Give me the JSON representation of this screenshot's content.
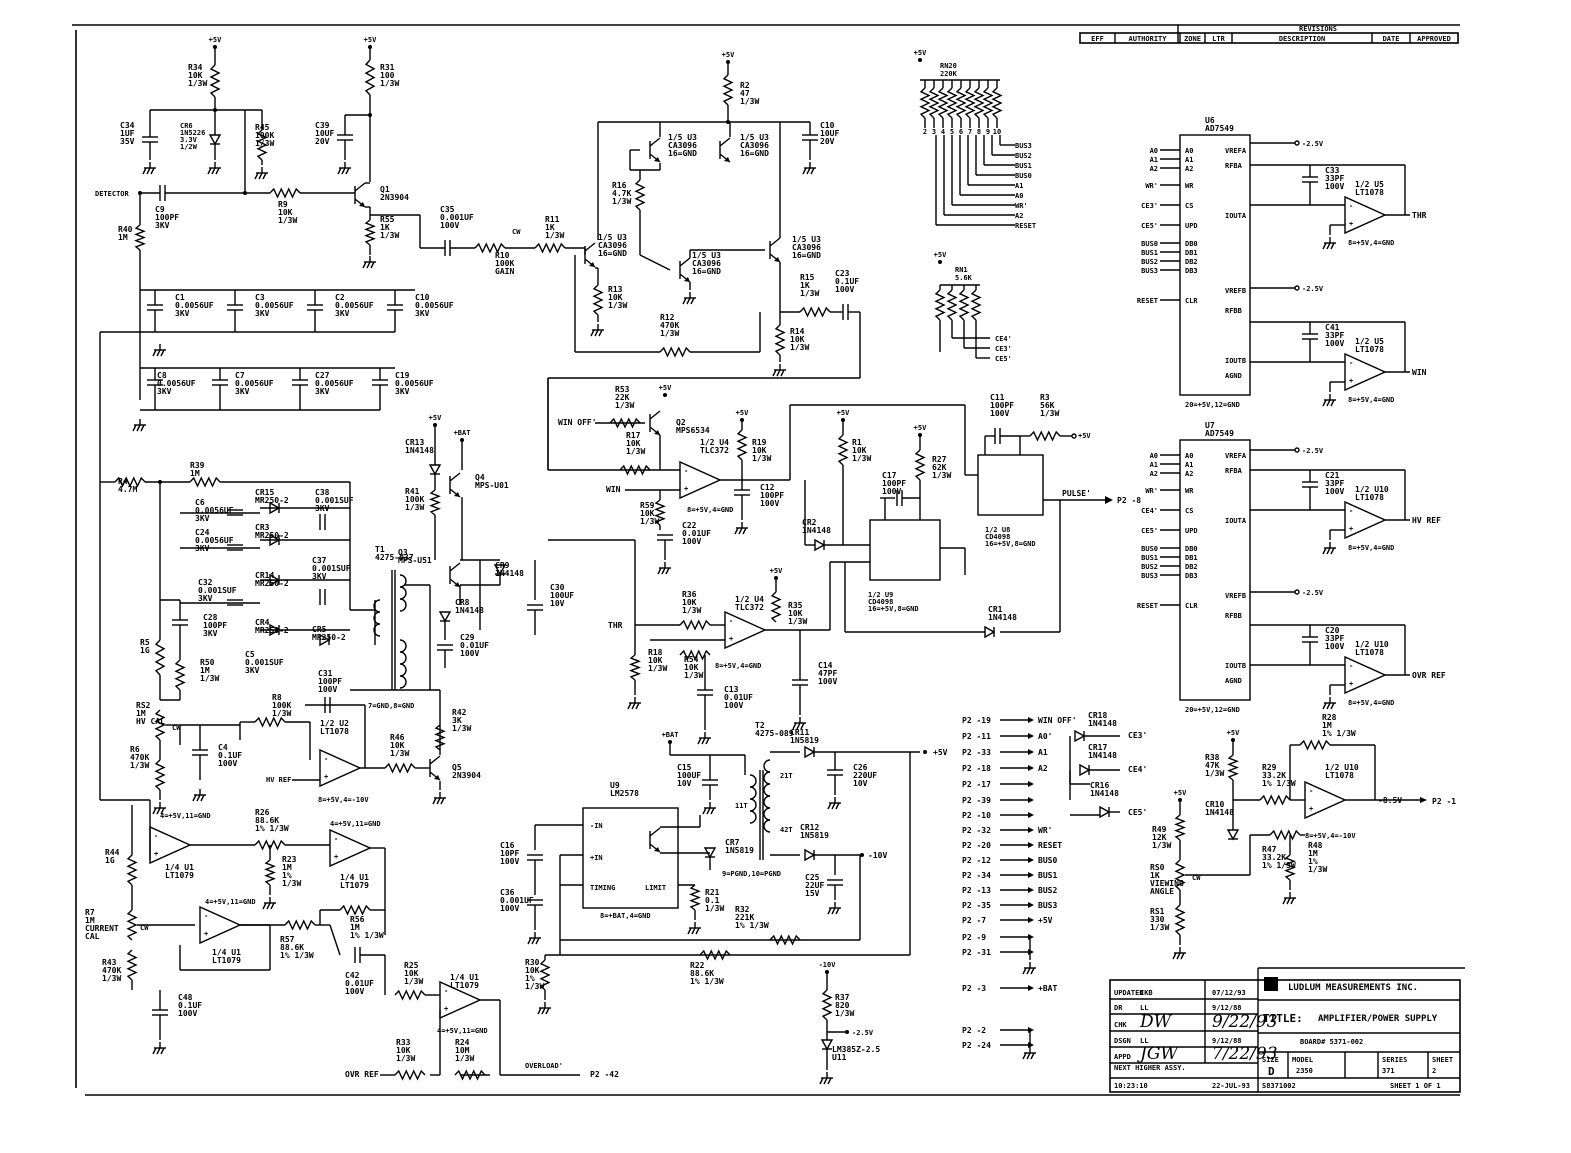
{
  "revisions": {
    "title": "REVISIONS",
    "columns": [
      "EFF",
      "AUTHORITY",
      "ZONE",
      "LTR",
      "DESCRIPTION",
      "DATE",
      "APPROVED"
    ]
  },
  "rails": {
    "vcc": "+5V",
    "vbat": "+BAT",
    "vneg": "-10V",
    "vref": "-2.5V"
  },
  "components": {
    "r34": [
      "R34",
      "10K",
      "1/3W"
    ],
    "r31": [
      "R31",
      "100",
      "1/3W"
    ],
    "r45": [
      "R45",
      "100K",
      "1/3W"
    ],
    "c34": [
      "C34",
      "1UF",
      "35V"
    ],
    "cr6": [
      "CR6",
      "1N5226",
      "3.3V",
      "1/2W"
    ],
    "c39": [
      "C39",
      "10UF",
      "20V"
    ],
    "q1": [
      "Q1",
      "2N3904"
    ],
    "r9": [
      "R9",
      "10K",
      "1/3W"
    ],
    "r55": [
      "R55",
      "1K",
      "1/3W"
    ],
    "c9": [
      "C9",
      "100PF",
      "3KV"
    ],
    "r40": [
      "R40",
      "1M"
    ],
    "detector": "DETECTOR",
    "c35": [
      "C35",
      "0.001UF",
      "100V"
    ],
    "r10": [
      "R10",
      "100K",
      "GAIN"
    ],
    "cw": "CW",
    "r11": [
      "R11",
      "1K",
      "1/3W"
    ],
    "r2": [
      "R2",
      "47",
      "1/3W"
    ],
    "c10": [
      "C10",
      "10UF",
      "20V"
    ],
    "u3a": [
      "1/5 U3",
      "CA3096",
      "16=GND"
    ],
    "u3b": [
      "1/5 U3",
      "CA3096",
      "16=GND"
    ],
    "u3c": [
      "1/5 U3",
      "CA3096",
      "16=GND"
    ],
    "u3d": [
      "1/5 U3",
      "CA3096",
      "16=GND"
    ],
    "u3e": [
      "1/5 U3",
      "CA3096",
      "16=GND"
    ],
    "r16": [
      "R16",
      "4.7K",
      "1/3W"
    ],
    "r13": [
      "R13",
      "10K",
      "1/3W"
    ],
    "r12": [
      "R12",
      "470K",
      "1/3W"
    ],
    "r15": [
      "R15",
      "1K",
      "1/3W"
    ],
    "c23": [
      "C23",
      "0.1UF",
      "100V"
    ],
    "r14": [
      "R14",
      "10K",
      "1/3W"
    ],
    "c1": [
      "C1",
      "0.0056UF",
      "3KV"
    ],
    "c3": [
      "C3",
      "0.0056UF",
      "3KV"
    ],
    "c2": [
      "C2",
      "0.0056UF",
      "3KV"
    ],
    "c10b": [
      "C10",
      "0.0056UF",
      "3KV"
    ],
    "c8": [
      "C8",
      "0.0056UF",
      "3KV"
    ],
    "c7": [
      "C7",
      "0.0056UF",
      "3KV"
    ],
    "c27": [
      "C27",
      "0.0056UF",
      "3KV"
    ],
    "c19": [
      "C19",
      "0.0056UF",
      "3KV"
    ],
    "rn20": [
      "RN20",
      "220K"
    ],
    "rn20pins": [
      "2",
      "3",
      "4",
      "5",
      "6",
      "7",
      "8",
      "9",
      "10"
    ],
    "rn20nets": [
      "BUS3",
      "BUS2",
      "BUS1",
      "BUS0",
      "A1",
      "A0",
      "WR'",
      "A2",
      "RESET"
    ],
    "rn1": [
      "RN1",
      "5.6K"
    ],
    "rn1nets": [
      "CE4'",
      "CE3'",
      "CE5'"
    ],
    "r4": [
      "R4",
      "4.7M"
    ],
    "r39": [
      "R39",
      "1M"
    ],
    "c6": [
      "C6",
      "0.0056UF",
      "3KV"
    ],
    "c24": [
      "C24",
      "0.0056UF",
      "3KV"
    ],
    "cr15": [
      "CR15",
      "MR250-2"
    ],
    "cr3": [
      "CR3",
      "MR250-2"
    ],
    "c38": [
      "C38",
      "0.001SUF",
      "3KV"
    ],
    "c32": [
      "C32",
      "0.001SUF",
      "3KV"
    ],
    "cr14": [
      "CR14",
      "MR250-2"
    ],
    "cr4": [
      "CR4",
      "MR250-2"
    ],
    "c37": [
      "C37",
      "0.001SUF",
      "3KV"
    ],
    "c28": [
      "C28",
      "100PF",
      "3KV"
    ],
    "c5": [
      "C5",
      "0.001SUF",
      "3KV"
    ],
    "cr5": [
      "CR5",
      "MR250-2"
    ],
    "r5": [
      "R5",
      "1G"
    ],
    "r50": [
      "R50",
      "1M",
      "1/3W"
    ],
    "c31": [
      "C31",
      "100PF",
      "100V"
    ],
    "t1": [
      "T1",
      "4275-037"
    ],
    "t1n": "7=GND,8=GND",
    "r8": [
      "R8",
      "100K",
      "1/3W"
    ],
    "u2": [
      "1/2 U2",
      "LT1078"
    ],
    "u2s": "8=+5V,4=-10V",
    "hvref": "HV REF",
    "rs2": [
      "RS2",
      "1M",
      "HV CAL"
    ],
    "r6": [
      "R6",
      "470K",
      "1/3W"
    ],
    "c4": [
      "C4",
      "0.1UF",
      "100V"
    ],
    "r42": [
      "R42",
      "3K",
      "1/3W"
    ],
    "r46": [
      "R46",
      "10K",
      "1/3W"
    ],
    "q5": [
      "Q5",
      "2N3904"
    ],
    "cr13": [
      "CR13",
      "1N4148"
    ],
    "r41": [
      "R41",
      "100K",
      "1/3W"
    ],
    "q4": [
      "Q4",
      "MPS-U01"
    ],
    "q3": [
      "Q3",
      "MPS-U51"
    ],
    "cr9": [
      "CR9",
      "1N4148"
    ],
    "cr8": [
      "CR8",
      "1N4148"
    ],
    "c30": [
      "C30",
      "100UF",
      "10V"
    ],
    "c29": [
      "C29",
      "0.01UF",
      "100V"
    ],
    "u1a": [
      "1/4 U1",
      "LT1079"
    ],
    "u1as": "4=+5V,11=GND",
    "r26": [
      "R26",
      "88.6K",
      "1% 1/3W"
    ],
    "u1b": [
      "1/4 U1",
      "LT1079"
    ],
    "u1bs": "4=+5V,11=GND",
    "r23": [
      "R23",
      "1M",
      "1%",
      "1/3W"
    ],
    "r44": [
      "R44",
      "1G"
    ],
    "r7": [
      "R7",
      "1M",
      "CURRENT",
      "CAL"
    ],
    "r43": [
      "R43",
      "470K",
      "1/3W"
    ],
    "u1c": [
      "1/4 U1",
      "LT1079"
    ],
    "u1cs": "4=+5V,11=GND",
    "r57": [
      "R57",
      "88.6K",
      "1% 1/3W"
    ],
    "r56": [
      "R56",
      "1M",
      "1% 1/3W"
    ],
    "c48": [
      "C48",
      "0.1UF",
      "100V"
    ],
    "c42": [
      "C42",
      "0.01UF",
      "100V"
    ],
    "r25": [
      "R25",
      "10K",
      "1/3W"
    ],
    "u1d": [
      "1/4 U1",
      "LT1079"
    ],
    "u1ds": "4=+5V,11=GND",
    "r33": [
      "R33",
      "10K",
      "1/3W"
    ],
    "r24": [
      "R24",
      "10M",
      "1/3W"
    ],
    "ovrref": "OVR REF",
    "overload": "OVERLOAD'",
    "p242": "P2 -42",
    "r53": [
      "R53",
      "22K",
      "1/3W"
    ],
    "q2": [
      "Q2",
      "MPS6534"
    ],
    "r17": [
      "R17",
      "10K",
      "1/3W"
    ],
    "u4a": [
      "1/2 U4",
      "TLC372"
    ],
    "u4as": "8=+5V,4=GND",
    "r19": [
      "R19",
      "10K",
      "1/3W"
    ],
    "c12": [
      "C12",
      "100PF",
      "100V"
    ],
    "r59": [
      "R59",
      "10K",
      "1/3W"
    ],
    "c22": [
      "C22",
      "0.01UF",
      "100V"
    ],
    "winoff": "WIN OFF'",
    "win": "WIN",
    "thr": "THR",
    "r1": [
      "R1",
      "10K",
      "1/3W"
    ],
    "r27": [
      "R27",
      "62K",
      "1/3W"
    ],
    "c17": [
      "C17",
      "100PF",
      "100V"
    ],
    "u9": [
      "1/2 U9",
      "CD4098",
      "16=+5V,8=GND"
    ],
    "cr2": [
      "CR2",
      "1N4148"
    ],
    "c11": [
      "C11",
      "100PF",
      "100V"
    ],
    "r3": [
      "R3",
      "56K",
      "1/3W"
    ],
    "u8": [
      "1/2 U8",
      "CD4098",
      "16=+5V,8=GND"
    ],
    "pulse": "PULSE'",
    "p28": "P2 -8",
    "cr1": [
      "CR1",
      "1N4148"
    ],
    "r36": [
      "R36",
      "10K",
      "1/3W"
    ],
    "u4b": [
      "1/2 U4",
      "TLC372"
    ],
    "u4bs": "8=+5V,4=GND",
    "r35": [
      "R35",
      "10K",
      "1/3W"
    ],
    "r18": [
      "R18",
      "10K",
      "1/3W"
    ],
    "r54": [
      "R54",
      "10K",
      "1/3W"
    ],
    "c14": [
      "C14",
      "47PF",
      "100V"
    ],
    "c13": [
      "C13",
      "0.01UF",
      "100V"
    ],
    "u9b": [
      "U9",
      "LM2578"
    ],
    "u9bs": "8=+BAT,4=GND",
    "u9pins": [
      "-IN",
      "+IN",
      "TIMING",
      "LIMIT"
    ],
    "c15": [
      "C15",
      "100UF",
      "10V"
    ],
    "t2": [
      "T2",
      "4275-089"
    ],
    "t2t": [
      "11T",
      "21T",
      "42T"
    ],
    "t2n": "9=PGND,10=PGND",
    "cr11": [
      "CR11",
      "1N5819"
    ],
    "cr7": [
      "CR7",
      "1N5819"
    ],
    "cr12": [
      "CR12",
      "1N5819"
    ],
    "c26": [
      "C26",
      "220UF",
      "10V"
    ],
    "c25": [
      "C25",
      "22UF",
      "15V"
    ],
    "c16": [
      "C16",
      "10PF",
      "100V"
    ],
    "c36": [
      "C36",
      "0.001UF",
      "100V"
    ],
    "r21": [
      "R21",
      "0.1",
      "1/3W"
    ],
    "r32": [
      "R32",
      "221K",
      "1% 1/3W"
    ],
    "r22": [
      "R22",
      "88.6K",
      "1% 1/3W"
    ],
    "r30": [
      "R30",
      "10K",
      "1%",
      "1/3W"
    ],
    "r37": [
      "R37",
      "820",
      "1/3W"
    ],
    "u11": [
      "LM385Z-2.5",
      "U11"
    ],
    "u6": [
      "U6",
      "AD7549"
    ],
    "u6s": "20=+5V,12=GND",
    "u7": [
      "U7",
      "AD7549"
    ],
    "u7s": "20=+5V,12=GND",
    "dacleft": [
      "A0",
      "A1",
      "A2",
      "WR'",
      "CE3'",
      "CE5'",
      "BUS0",
      "BUS1",
      "BUS2",
      "BUS3",
      "RESET"
    ],
    "dacleft7": [
      "A0",
      "A1",
      "A2",
      "WR'",
      "CE4'",
      "CE5'",
      "BUS0",
      "BUS1",
      "BUS2",
      "BUS3",
      "RESET"
    ],
    "dacpins": [
      "A0",
      "A1",
      "A2",
      "WR",
      "CS",
      "UPD",
      "DB0",
      "DB1",
      "DB2",
      "DB3",
      "CLR"
    ],
    "dacright": [
      "VREFA",
      "RFBA",
      "IOUTA",
      "VREFB",
      "RFBB",
      "IOUTB",
      "AGND"
    ],
    "c33": [
      "C33",
      "33PF",
      "100V"
    ],
    "u5a": [
      "1/2 U5",
      "LT1078"
    ],
    "u5as": "8=+5V,4=GND",
    "throut": "THR",
    "c41": [
      "C41",
      "33PF",
      "100V"
    ],
    "u5b": [
      "1/2 U5",
      "LT1078"
    ],
    "u5bs": "8=+5V,4=GND",
    "winout": "WIN",
    "c21": [
      "C21",
      "33PF",
      "100V"
    ],
    "u10a": [
      "1/2 U10",
      "LT1078"
    ],
    "u10as": "8=+5V,4=GND",
    "hvrefout": "HV REF",
    "c20": [
      "C20",
      "33PF",
      "100V"
    ],
    "u10b": [
      "1/2 U10",
      "LT1078"
    ],
    "u10bs": "8=+5V,4=GND",
    "ovrrefout": "OVR REF",
    "r28": [
      "R28",
      "1M",
      "1% 1/3W"
    ],
    "r38": [
      "R38",
      "47K",
      "1/3W"
    ],
    "r29": [
      "R29",
      "33.2K",
      "1% 1/3W"
    ],
    "u10c": [
      "1/2 U10",
      "LT1078"
    ],
    "u10cs": "8=+5V,4=-10V",
    "out85": "-8.5V",
    "p21": "P2 -1",
    "r49": [
      "R49",
      "12K",
      "1/3W"
    ],
    "cr10": [
      "CR10",
      "1N4148"
    ],
    "r47": [
      "R47",
      "33.2K",
      "1% 1/3W"
    ],
    "r48": [
      "R48",
      "1M",
      "1%",
      "1/3W"
    ],
    "rs0": [
      "RS0",
      "1K",
      "VIEWING",
      "ANGLE"
    ],
    "rs1": [
      "RS1",
      "330",
      "1/3W"
    ],
    "cr18": [
      "CR18",
      "1N4148"
    ],
    "cr17": [
      "CR17",
      "1N4148"
    ],
    "cr16": [
      "CR16",
      "1N4148"
    ],
    "ce3": "CE3'",
    "ce4": "CE4'",
    "ce5": "CE5'"
  },
  "connector": [
    [
      "P2 -19",
      "WIN OFF'"
    ],
    [
      "P2 -11",
      "A0'"
    ],
    [
      "P2 -33",
      "A1"
    ],
    [
      "P2 -18",
      "A2"
    ],
    [
      "P2 -17",
      ""
    ],
    [
      "P2 -39",
      ""
    ],
    [
      "P2 -10",
      ""
    ],
    [
      "P2 -32",
      "WR'"
    ],
    [
      "P2 -20",
      "RESET"
    ],
    [
      "P2 -12",
      "BUS0"
    ],
    [
      "P2 -34",
      "BUS1"
    ],
    [
      "P2 -13",
      "BUS2"
    ],
    [
      "P2 -35",
      "BUS3"
    ],
    [
      "P2 -7",
      "+5V"
    ],
    [
      "P2 -9",
      ""
    ],
    [
      "P2 -31",
      ""
    ],
    [
      "P2 -3",
      "+BAT"
    ],
    [
      "P2 -2",
      ""
    ],
    [
      "P2 -24",
      ""
    ]
  ],
  "title_block": {
    "company": "LUDLUM MEASUREMENTS INC.",
    "title_label": "TITLE:",
    "title": "AMPLIFIER/POWER SUPPLY",
    "board": "BOARD# 5371-002",
    "rows": [
      [
        "UPDATED",
        "CKB",
        "07/12/93"
      ],
      [
        "DR",
        "LL",
        "9/12/88"
      ],
      [
        "CHK",
        "DW",
        "9/22/93"
      ],
      [
        "DSGN",
        "LL",
        "9/12/88"
      ],
      [
        "APPD",
        "JGW",
        "7/22/93"
      ]
    ],
    "next_higher": "NEXT HIGHER ASSY.",
    "size_label": "SIZE",
    "size": "D",
    "model_label": "MODEL",
    "model": "2350",
    "series_label": "SERIES",
    "series": "371",
    "sheet_label": "SHEET",
    "sheet": "2",
    "sheet_of": "SHEET 1 OF 1",
    "time": "10:23:10",
    "date_code": "22-JUL-93",
    "file": "S8371002"
  }
}
